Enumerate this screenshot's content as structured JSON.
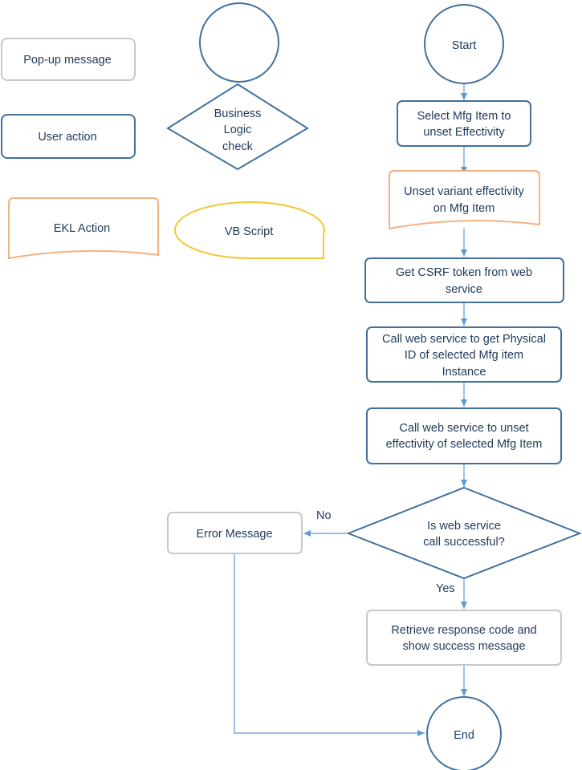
{
  "legend": {
    "popup": "Pop-up message",
    "user_action": "User action",
    "business_logic": [
      "Business",
      "Logic",
      "check"
    ],
    "ekl_action": "EKL Action",
    "vb_script": "VB Script"
  },
  "flow": {
    "start": "Start",
    "step1": [
      "Select Mfg Item to",
      "unset Effectivity"
    ],
    "step2": [
      "Unset variant effectivity",
      "on Mfg Item"
    ],
    "step3": [
      "Get CSRF token from web",
      "service"
    ],
    "step4": [
      "Call web service to get Physical",
      "ID of selected Mfg item",
      "Instance"
    ],
    "step5": [
      "Call web service to unset",
      "effectivity of selected Mfg Item"
    ],
    "decision": [
      "Is web service",
      "call successful?"
    ],
    "no_label": "No",
    "yes_label": "Yes",
    "error": "Error Message",
    "success": [
      "Retrieve response code and",
      "show success message"
    ],
    "end": "End"
  },
  "colors": {
    "user_action": "#41719c",
    "popup": "#c8c8c8",
    "ekl": "#f4b183",
    "vb": "#f2c832",
    "arrow": "#5b9bd5",
    "text": "#1f3a5a"
  }
}
